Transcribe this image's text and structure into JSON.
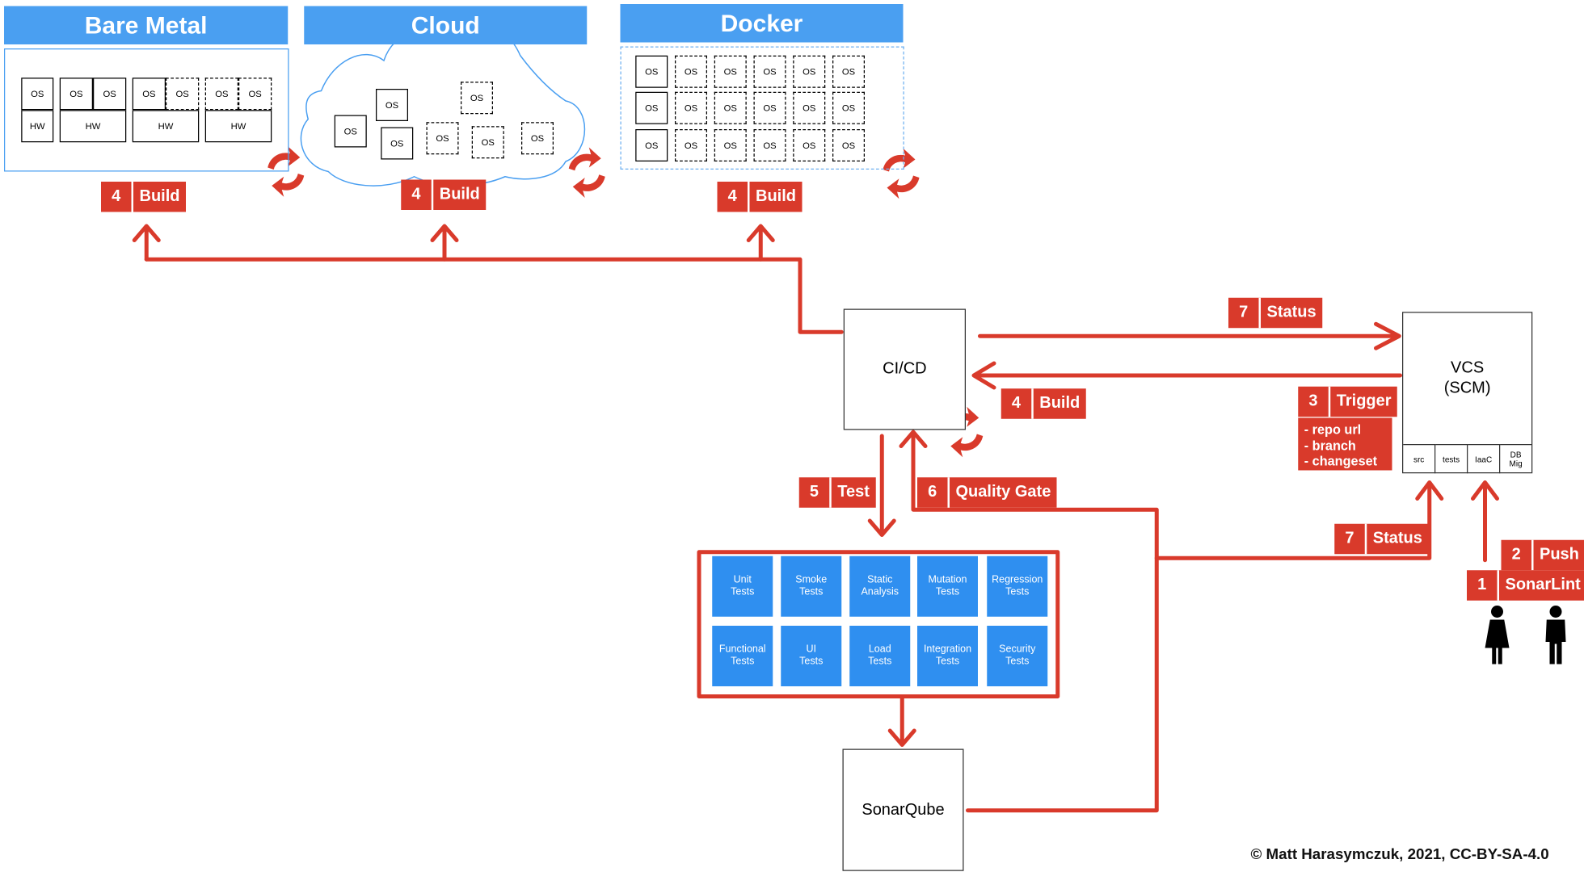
{
  "colors": {
    "accent_blue": "#4a9ff1",
    "tile_blue": "#2f8ff0",
    "red": "#d93a2b"
  },
  "environments": {
    "bare_metal": {
      "title": "Bare Metal",
      "os": "OS",
      "hw": "HW"
    },
    "cloud": {
      "title": "Cloud",
      "os": "OS"
    },
    "docker": {
      "title": "Docker",
      "os": "OS"
    }
  },
  "nodes": {
    "cicd": "CI/CD",
    "vcs": {
      "line1": "VCS",
      "line2": "(SCM)",
      "cells": [
        "src",
        "tests",
        "IaaC",
        "DB\nMig"
      ]
    },
    "sonarqube": "SonarQube"
  },
  "tags": {
    "build_bare_metal": {
      "num": "4",
      "label": "Build"
    },
    "build_cloud": {
      "num": "4",
      "label": "Build"
    },
    "build_docker": {
      "num": "4",
      "label": "Build"
    },
    "build_cicd": {
      "num": "4",
      "label": "Build"
    },
    "status_top": {
      "num": "7",
      "label": "Status"
    },
    "status_bottom": {
      "num": "7",
      "label": "Status"
    },
    "trigger": {
      "num": "3",
      "label": "Trigger",
      "details": [
        "- repo url",
        "- branch",
        "- changeset"
      ]
    },
    "test": {
      "num": "5",
      "label": "Test"
    },
    "quality_gate": {
      "num": "6",
      "label": "Quality Gate"
    },
    "push": {
      "num": "2",
      "label": "Push"
    },
    "sonarlint": {
      "num": "1",
      "label": "SonarLint"
    }
  },
  "tests": [
    [
      "Unit",
      "Tests"
    ],
    [
      "Smoke",
      "Tests"
    ],
    [
      "Static",
      "Analysis"
    ],
    [
      "Mutation",
      "Tests"
    ],
    [
      "Regression",
      "Tests"
    ],
    [
      "Functional",
      "Tests"
    ],
    [
      "UI",
      "Tests"
    ],
    [
      "Load",
      "Tests"
    ],
    [
      "Integration",
      "Tests"
    ],
    [
      "Security",
      "Tests"
    ]
  ],
  "icons": [
    "cycle-arrows-icon",
    "woman-icon",
    "man-icon"
  ],
  "copyright": "© Matt Harasymczuk, 2021, CC-BY-SA-4.0"
}
